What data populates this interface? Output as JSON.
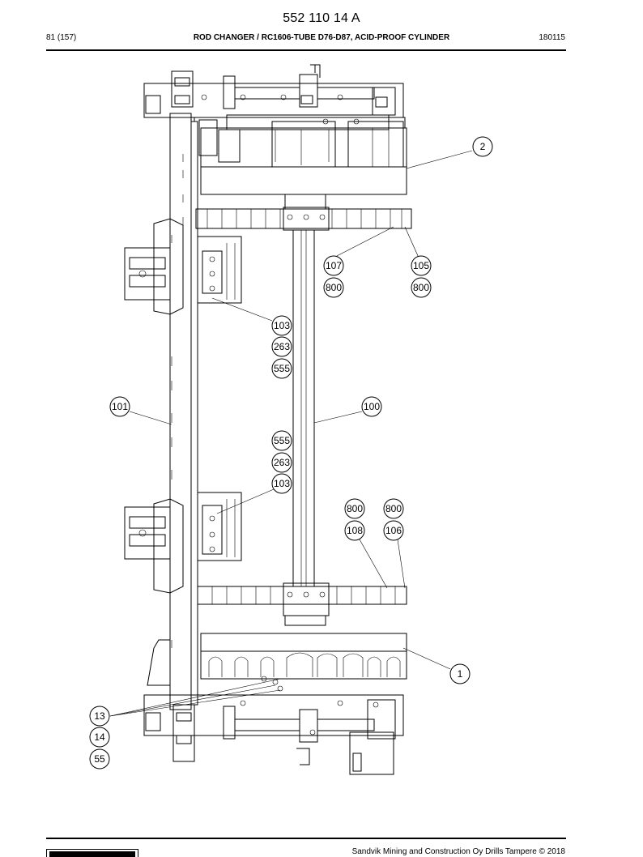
{
  "header": {
    "doc_number": "552 110 14 A",
    "page_info": "81 (157)",
    "title": "ROD CHANGER / RC1606-TUBE D76-D87, ACID-PROOF CYLINDER",
    "date_code": "180115"
  },
  "callouts": {
    "c2": "2",
    "c107": "107",
    "c105": "105",
    "c800a": "800",
    "c800b": "800",
    "c103a": "103",
    "c263a": "263",
    "c555a": "555",
    "c101": "101",
    "c100": "100",
    "c555b": "555",
    "c263b": "263",
    "c103b": "103",
    "c800c": "800",
    "c800d": "800",
    "c108": "108",
    "c106": "106",
    "c1": "1",
    "c13": "13",
    "c14": "14",
    "c55": "55"
  },
  "footer": {
    "copyright": "Sandvik Mining and Construction Oy Drills Tampere © 2018"
  }
}
